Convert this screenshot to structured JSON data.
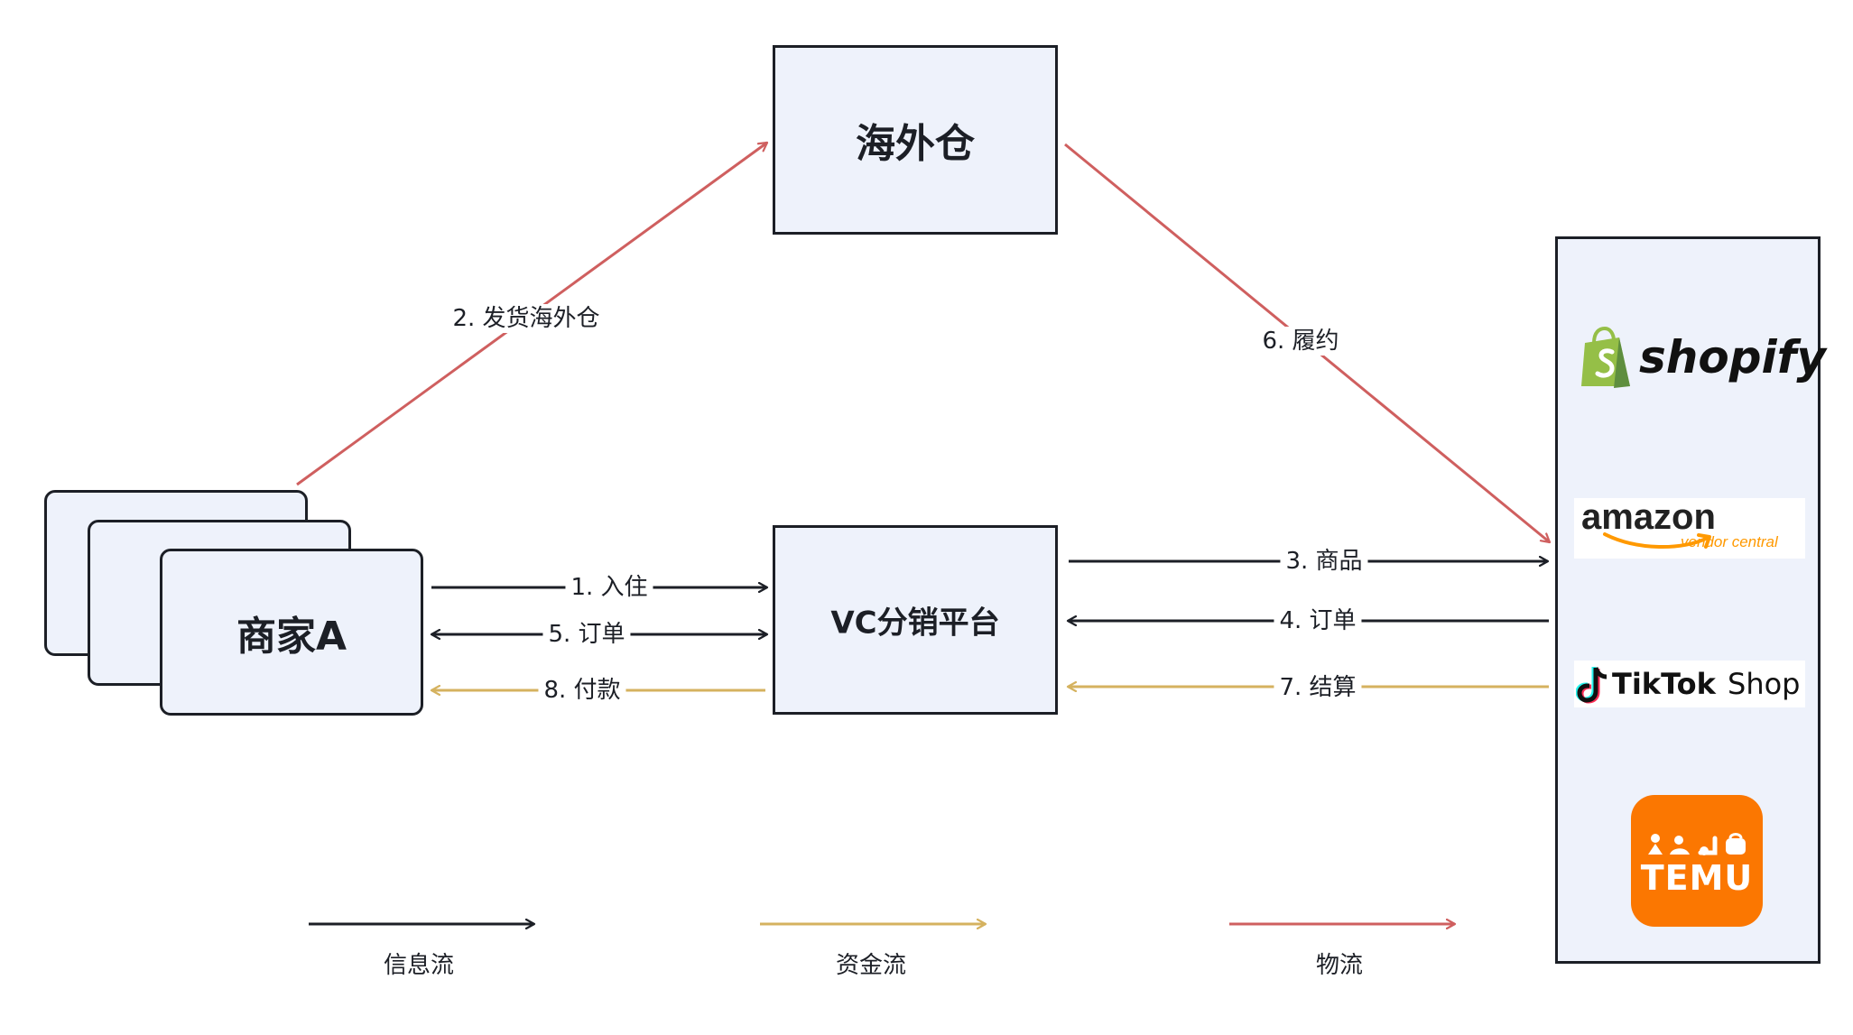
{
  "colors": {
    "info": "#1c1f26",
    "money": "#d5b25f",
    "logistics": "#cf5f5f",
    "node_fill": "#eef2fb",
    "node_border": "#1c1f26"
  },
  "nodes": {
    "warehouse": "海外仓",
    "platform": "VC分销平台",
    "merchant": "商家A"
  },
  "edges": {
    "e1": "1. 入住",
    "e2": "2. 发货海外仓",
    "e3": "3. 商品",
    "e4": "4. 订单",
    "e5": "5. 订单",
    "e6": "6. 履约",
    "e7": "7. 结算",
    "e8": "8. 付款"
  },
  "legend": {
    "info": "信息流",
    "money": "资金流",
    "logistics": "物流"
  },
  "marketplaces": {
    "shopify": "shopify",
    "amazon": "amazon",
    "amazon_sub": "vendor central",
    "tiktok": "TikTok",
    "tiktok_shop": "Shop",
    "temu": "TEMU"
  },
  "icons": {
    "shopify": "shopping-bag-icon",
    "amazon": "amazon-smile-arrow-icon",
    "tiktok": "music-note-icon",
    "temu": "temu-figures-icon"
  }
}
